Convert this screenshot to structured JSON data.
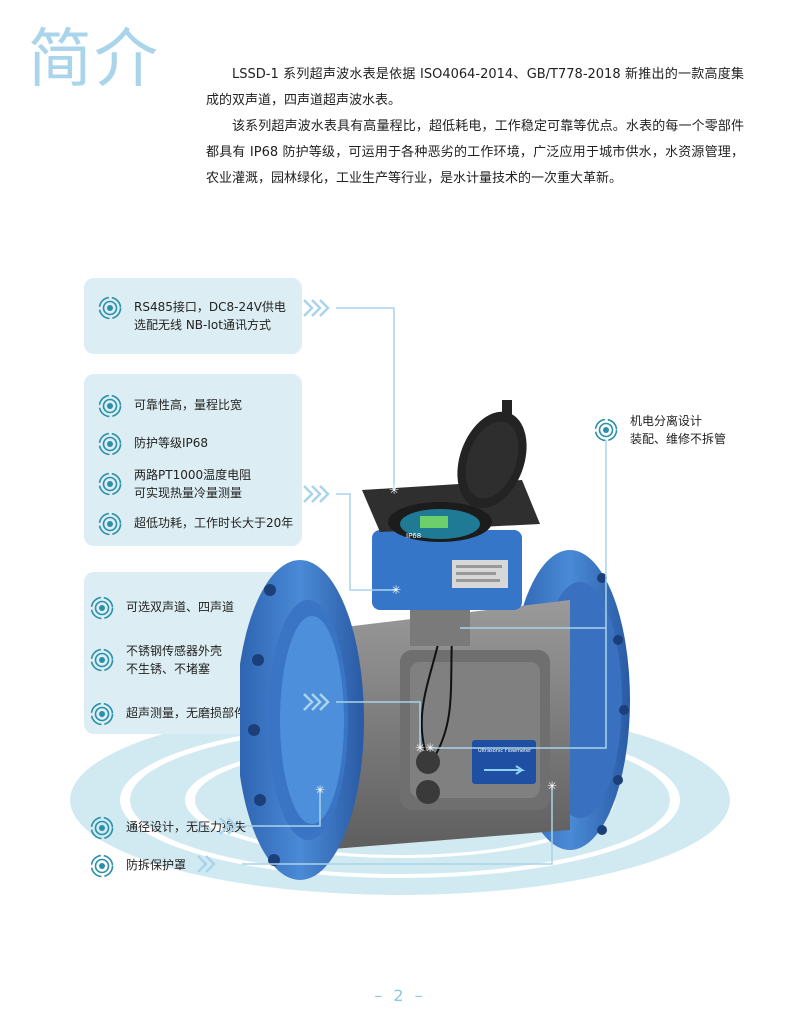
{
  "page": {
    "heading": "简介",
    "page_number": "– 2 –"
  },
  "intro": {
    "p1": "LSSD-1 系列超声波水表是依据 ISO4064-2014、GB/T778-2018 新推出的一款高度集成的双声道，四声道超声波水表。",
    "p2": "该系列超声波水表具有高量程比，超低耗电，工作稳定可靠等优点。水表的每一个零部件都具有 IP68 防护等级，可运用于各种恶劣的工作环境，广泛应用于城市供水，水资源管理，农业灌溉，园林绿化，工业生产等行业，是水计量技术的一次重大革新。"
  },
  "features": {
    "comm": "RS485接口，DC8-24V供电\n选配无线 NB-Iot通讯方式",
    "reliability": "可靠性高，量程比宽",
    "protection": "防护等级IP68",
    "pt1000": "两路PT1000温度电阻\n可实现热量冷量测量",
    "low_power": "超低功耗，工作时长大于20年",
    "channels": "可选双声道、四声道",
    "stainless": "不锈钢传感器外壳\n不生锈、不堵塞",
    "ultrasonic": "超声测量，无磨损部件",
    "full_bore": "通径设计，无压力损失",
    "tamper": "防拆保护罩",
    "separation": "机电分离设计\n装配、维修不拆管"
  },
  "device": {
    "display_label": "IP68",
    "nameplate": "Ultrasonic Flowmeter"
  },
  "colors": {
    "accent": "#a9d4ea",
    "panel": "#dceef3",
    "body_blue": "#3a78c9",
    "icon_teal": "#2a8fa8"
  },
  "icons": {
    "feature": "concentric-target-icon",
    "chevron": "double-chevron-icon"
  }
}
